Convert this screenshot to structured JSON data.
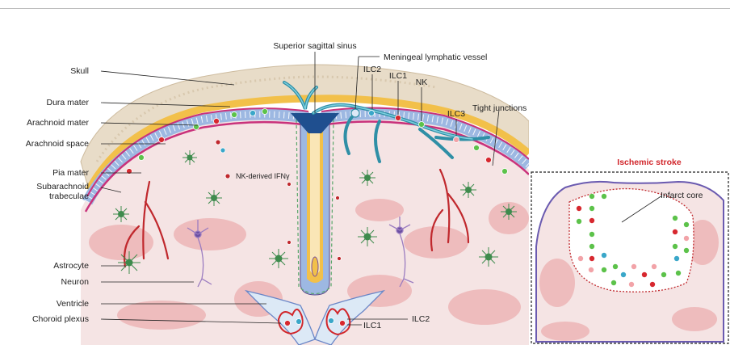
{
  "labels": {
    "skull": "Skull",
    "dura_mater": "Dura mater",
    "arachnoid_mater": "Arachnoid mater",
    "arachnoid_space": "Arachnoid space",
    "pia_mater": "Pia mater",
    "subarachnoid_trabeculae_line1": "Subarachnoid",
    "subarachnoid_trabeculae_line2": "trabeculae",
    "astrocyte": "Astrocyte",
    "neuron": "Neuron",
    "ventricle": "Ventricle",
    "choroid_plexus": "Choroid plexus",
    "superior_sagittal_sinus": "Superior sagittal sinus",
    "meningeal_lymphatic_vessel": "Meningeal lymphatic vessel",
    "ilc2_top": "ILC2",
    "ilc1_top": "ILC1",
    "nk_top": "NK",
    "ilc3": "ILC3",
    "tight_junctions": "Tight junctions",
    "nk_ifn": "NK-derived IFNγ",
    "ilc2_bottom": "ILC2",
    "ilc1_bottom": "ILC1"
  },
  "inset": {
    "title": "Ischemic stroke",
    "infarct_core": "Infarct core"
  },
  "colors": {
    "skull": "#e8dcc8",
    "dura": "#f2c04a",
    "lymphatic": "#2f8fa6",
    "sinus": "#1f4f8f",
    "brain": "#f5e4e4",
    "gyri": "#eebcbd",
    "membrane_blue": "#9db8e2",
    "pia": "#c9327b",
    "vessel_red": "#c0282d",
    "astrocyte": "#3e8b4d",
    "neuron": "#9b7cc0",
    "ilc1": "#d7282f",
    "ilc2": "#3aa7c9",
    "ilc3": "#f2a3a8",
    "nk": "#5cc24a",
    "accent_red": "#d1262b"
  }
}
